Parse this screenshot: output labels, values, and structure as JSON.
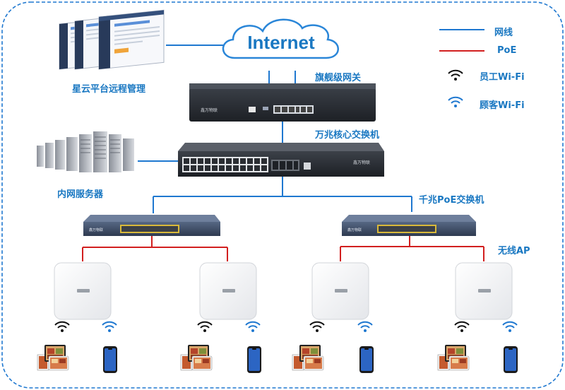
{
  "title": "",
  "internet": {
    "label": "Internet"
  },
  "nodes": {
    "cloud_platform": "星云平台远程管理",
    "gateway": "旗舰级网关",
    "core_switch": "万兆核心交换机",
    "servers": "内网服务器",
    "poe_switch": "千兆PoE交换机",
    "ap": "无线AP"
  },
  "device_brand": "鑫万物联",
  "legend": [
    {
      "key": "network-cable",
      "label": "网线",
      "color": "#1f78d0"
    },
    {
      "key": "poe",
      "label": "PoE",
      "color": "#d21f1f"
    },
    {
      "key": "staff-wifi",
      "label": "员工Wi-Fi",
      "color": "#111111"
    },
    {
      "key": "guest-wifi",
      "label": "顾客Wi-Fi",
      "color": "#1f78d0"
    }
  ],
  "colors": {
    "border": "#1f78d0",
    "network": "#1f78d0",
    "poe": "#d21f1f",
    "device": "#2b2f36",
    "switch_blue": "#4a5a72"
  }
}
